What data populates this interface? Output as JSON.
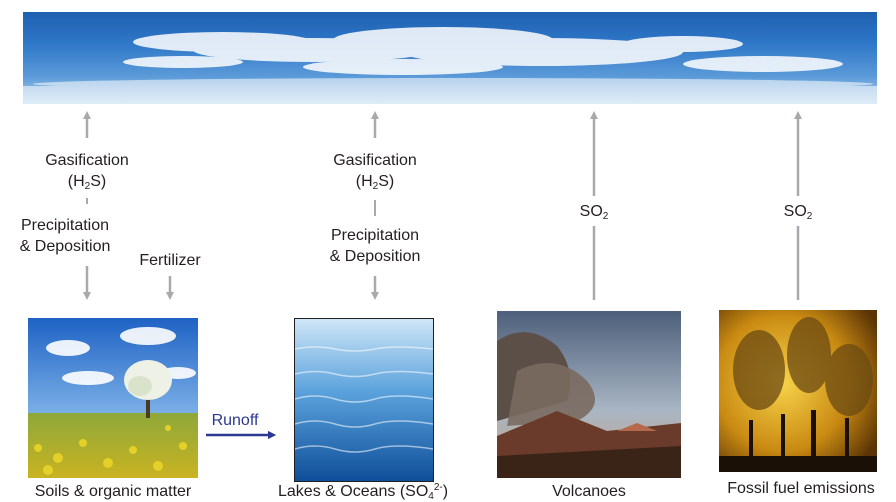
{
  "colors": {
    "arrow": "#a7a9ac",
    "runoff_arrow": "#2b3990",
    "text": "#231f20"
  },
  "sky": {
    "icon": "sky-clouds-photo"
  },
  "column1": {
    "gasification": "Gasification",
    "gas_formula": "(H",
    "gas_sub": "2",
    "gas_end": "S)",
    "precip_line1": "Precipitation",
    "precip_line2": "& Deposition",
    "fertilizer": "Fertilizer",
    "caption": "Soils & organic matter"
  },
  "runoff": {
    "label": "Runoff"
  },
  "column2": {
    "gasification": "Gasification",
    "gas_formula": "(H",
    "gas_sub": "2",
    "gas_end": "S)",
    "precip_line1": "Precipitation",
    "precip_line2": "& Deposition",
    "caption_main": "Lakes & Oceans (SO",
    "caption_sub": "4",
    "caption_sup": "2-",
    "caption_end": ")"
  },
  "column3": {
    "so": "SO",
    "so_sub": "2",
    "caption": "Volcanoes"
  },
  "column4": {
    "so": "SO",
    "so_sub": "2",
    "caption": "Fossil fuel emissions"
  }
}
